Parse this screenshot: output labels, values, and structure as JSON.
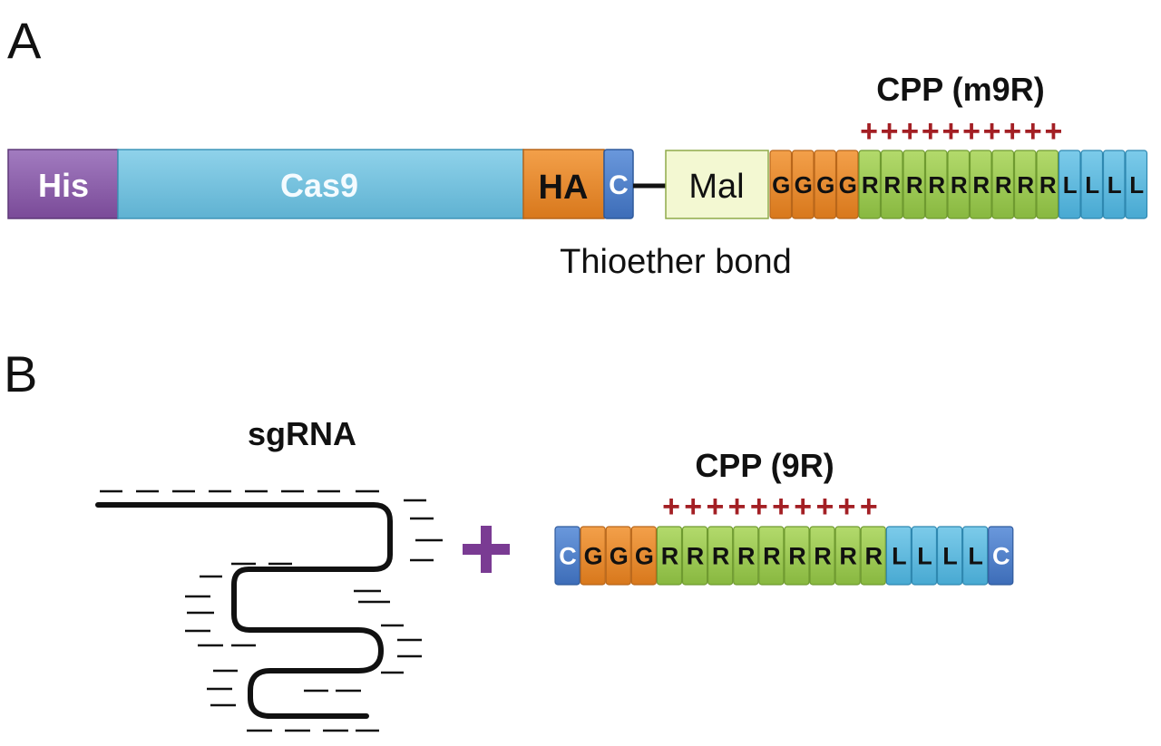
{
  "panel_a": {
    "label": "A",
    "cpp_title": "CPP (m9R)",
    "charges": [
      "+",
      "+",
      "+",
      "+",
      "+",
      "+",
      "+",
      "+",
      "+",
      "+"
    ],
    "his": "His",
    "cas9": "Cas9",
    "ha": "HA",
    "cys": "C",
    "mal": "Mal",
    "glycines": [
      "G",
      "G",
      "G",
      "G"
    ],
    "arginines": [
      "R",
      "R",
      "R",
      "R",
      "R",
      "R",
      "R",
      "R",
      "R"
    ],
    "leucines": [
      "L",
      "L",
      "L",
      "L"
    ],
    "bond_label": "Thioether bond"
  },
  "panel_b": {
    "label": "B",
    "sgrna_label": "sgRNA",
    "cpp_title": "CPP (9R)",
    "charges": [
      "+",
      "+",
      "+",
      "+",
      "+",
      "+",
      "+",
      "+",
      "+",
      "+"
    ],
    "start": "C",
    "glycines": [
      "G",
      "G",
      "G"
    ],
    "arginines": [
      "R",
      "R",
      "R",
      "R",
      "R",
      "R",
      "R",
      "R",
      "R"
    ],
    "leucines": [
      "L",
      "L",
      "L",
      "L"
    ],
    "end": "C",
    "plus_icon": "plus-icon"
  },
  "colors": {
    "purple": "#8a5aa8",
    "cas9_blue": "#72c2dd",
    "orange": "#e98a2c",
    "c_blue": "#4f7fc8",
    "mal_fill": "#f3f8d2",
    "green": "#9cc953",
    "light_blue": "#5bb9de",
    "charge_red": "#a31f24",
    "plus_purple": "#7a3b93"
  }
}
